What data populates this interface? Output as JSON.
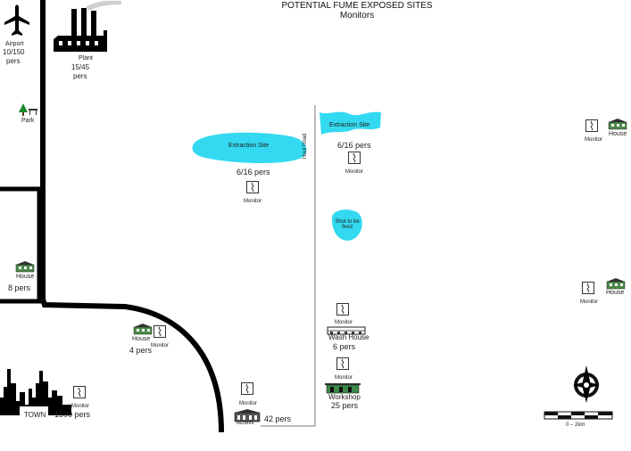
{
  "title": {
    "main": "POTENTIAL FUME EXPOSED SITES",
    "sub": "Monitors"
  },
  "colors": {
    "water": "#33d9f0",
    "road": "#000000",
    "haul_road": "#777777"
  },
  "places": {
    "airport": {
      "name": "Airport",
      "count": "10/150",
      "unit": "pers"
    },
    "plant": {
      "name": "Plant",
      "count": "15/45",
      "unit": "pers"
    },
    "park": {
      "name": "Park"
    },
    "extraction_west": {
      "name": "Extraction Site",
      "count": "6/16 pers"
    },
    "extraction_east": {
      "name": "Extraction Site",
      "count": "6/16 pers"
    },
    "shot": {
      "name": "Shot to be fired"
    },
    "haul_road": {
      "name": "Haul Road"
    },
    "house_west": {
      "name": "House",
      "count": "8 pers"
    },
    "house_mid": {
      "name": "House",
      "count": "4 pers"
    },
    "house_ne": {
      "name": "House"
    },
    "house_e": {
      "name": "House"
    },
    "wash_house": {
      "name": "Wash House",
      "count": "6 pers"
    },
    "workshop": {
      "name": "Workshop",
      "count": "25 pers"
    },
    "admin": {
      "name": "ADMIN",
      "count": "42 pers"
    },
    "town": {
      "name": "TOWN",
      "count": "1500 pers"
    }
  },
  "monitor_label": "Monitor",
  "scale_label": "0 – 2km",
  "icons": {
    "airport": "airplane-icon",
    "plant": "factory-icon",
    "park": "park-icon",
    "house": "house-icon",
    "monitor": "monitor-icon",
    "town": "city-skyline-icon",
    "compass": "compass-icon"
  }
}
